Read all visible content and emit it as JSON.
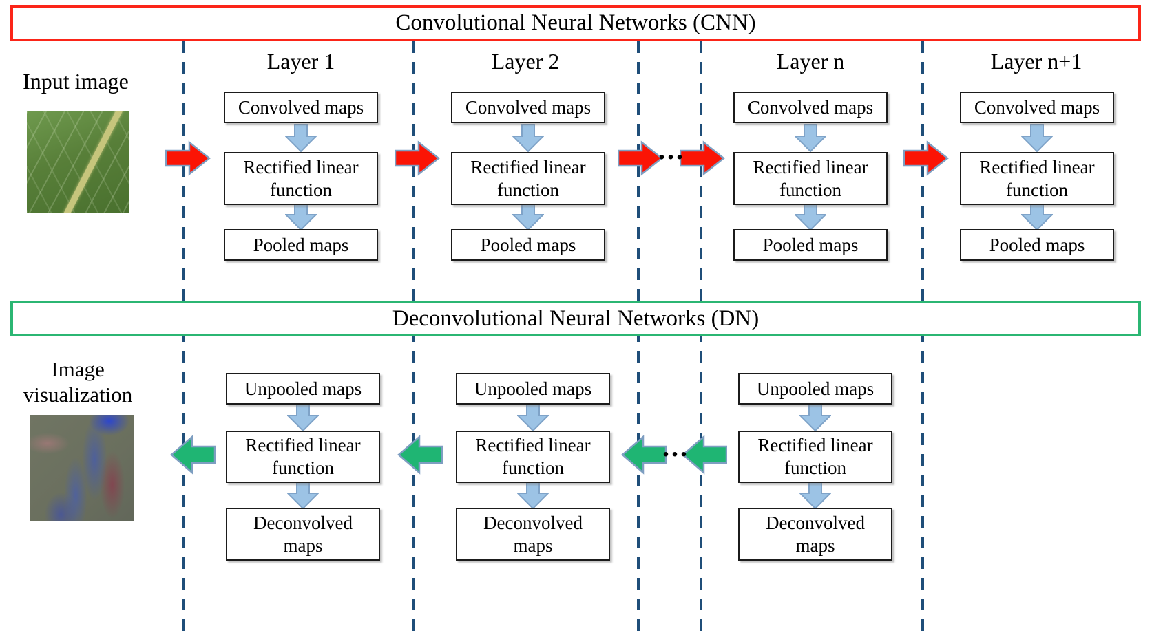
{
  "diagram": {
    "cnn": {
      "title": "Convolutional Neural Networks (CNN)",
      "ellipsis": "...",
      "layers": [
        {
          "label": "Layer 1",
          "boxes": [
            "Convolved maps",
            "Rectified linear\nfunction",
            "Pooled maps"
          ]
        },
        {
          "label": "Layer 2",
          "boxes": [
            "Convolved maps",
            "Rectified linear\nfunction",
            "Pooled maps"
          ]
        },
        {
          "label": "Layer n",
          "boxes": [
            "Convolved maps",
            "Rectified linear\nfunction",
            "Pooled maps"
          ]
        },
        {
          "label": "Layer n+1",
          "boxes": [
            "Convolved maps",
            "Rectified linear\nfunction",
            "Pooled maps"
          ]
        }
      ]
    },
    "dn": {
      "title": "Deconvolutional Neural Networks (DN)",
      "ellipsis": "...",
      "layers": [
        {
          "boxes": [
            "Unpooled maps",
            "Rectified linear\nfunction",
            "Deconvolved\nmaps"
          ]
        },
        {
          "boxes": [
            "Unpooled maps",
            "Rectified linear\nfunction",
            "Deconvolved\nmaps"
          ]
        },
        {
          "boxes": [
            "Unpooled maps",
            "Rectified linear\nfunction",
            "Deconvolved\nmaps"
          ]
        }
      ]
    },
    "input_label": "Input image",
    "output_label": "Image\nvisualization",
    "colors": {
      "cnn_banner_border": "#fb2518",
      "dn_banner_border": "#2bb673",
      "forward_arrow": "#fb1405",
      "backward_arrow": "#1fb573",
      "step_arrow": "#9cc3e5",
      "arrow_outline": "#7e9ec1",
      "divider_line": "#1f4e79"
    }
  }
}
